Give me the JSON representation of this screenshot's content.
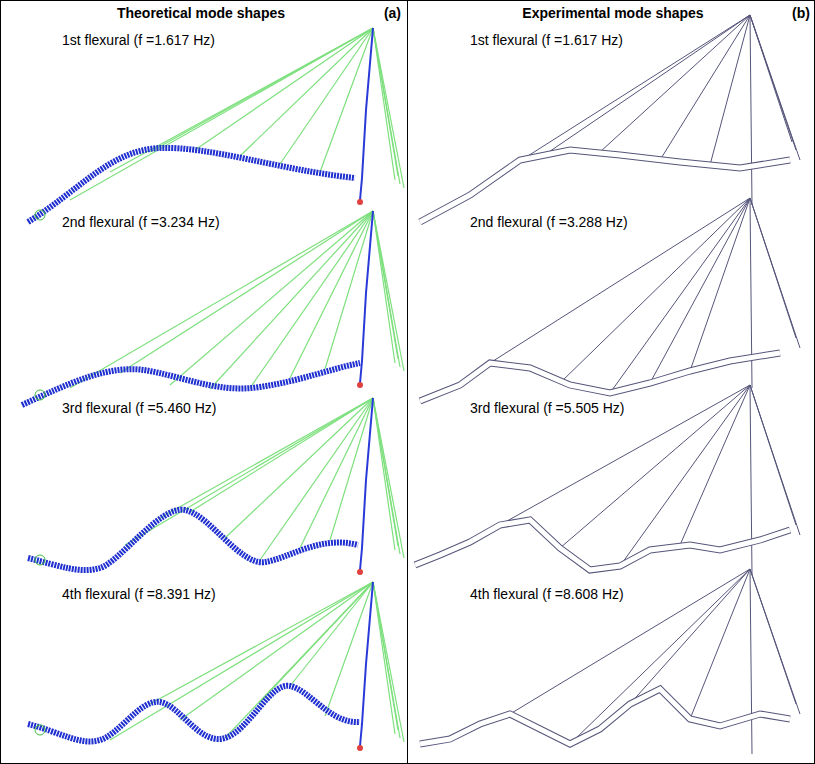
{
  "diagram": {
    "nodes": [
      {
        "text": [
          "Theoretical mode shapes",
          "(a)"
        ]
      },
      {
        "text": [
          "Experimental mode shapes",
          "(b)"
        ]
      }
    ],
    "labels": [
      "1st flexural (f =1.617 Hz)",
      "2nd flexural (f =3.234 Hz)",
      "3rd flexural (f =5.460 Hz)",
      "4th flexural (f =8.391 Hz)",
      "1st flexural (f =1.617 Hz)",
      "2nd flexural (f =3.288 Hz)",
      "3rd flexural (f =5.505 Hz)",
      "4th flexural (f =8.608 Hz)"
    ]
  }
}
